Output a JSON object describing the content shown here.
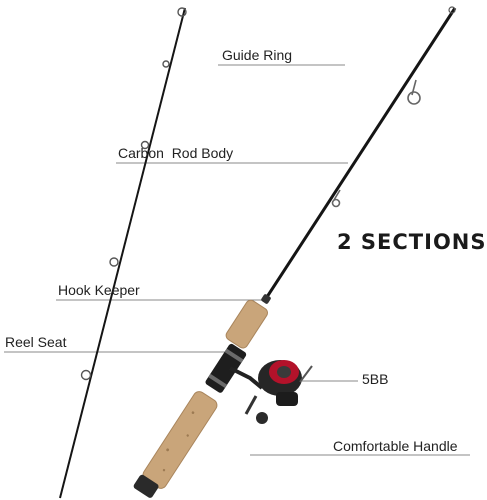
{
  "labels": {
    "guide_ring": "Guide Ring",
    "rod_body": "Carbon  Rod Body",
    "hook_keeper": "Hook Keeper",
    "reel_seat": "Reel Seat",
    "bearings": "5BB",
    "handle": "Comfortable Handle"
  },
  "headline": "2 SECTIONS",
  "colors": {
    "rod": "#151515",
    "cork": "#c9a57a",
    "cork_dark": "#a9855c",
    "reel_accent": "#b3122a",
    "leader_line": "#888888",
    "text": "#222222"
  },
  "icons": [
    "fishing-rod",
    "spinning-reel"
  ]
}
